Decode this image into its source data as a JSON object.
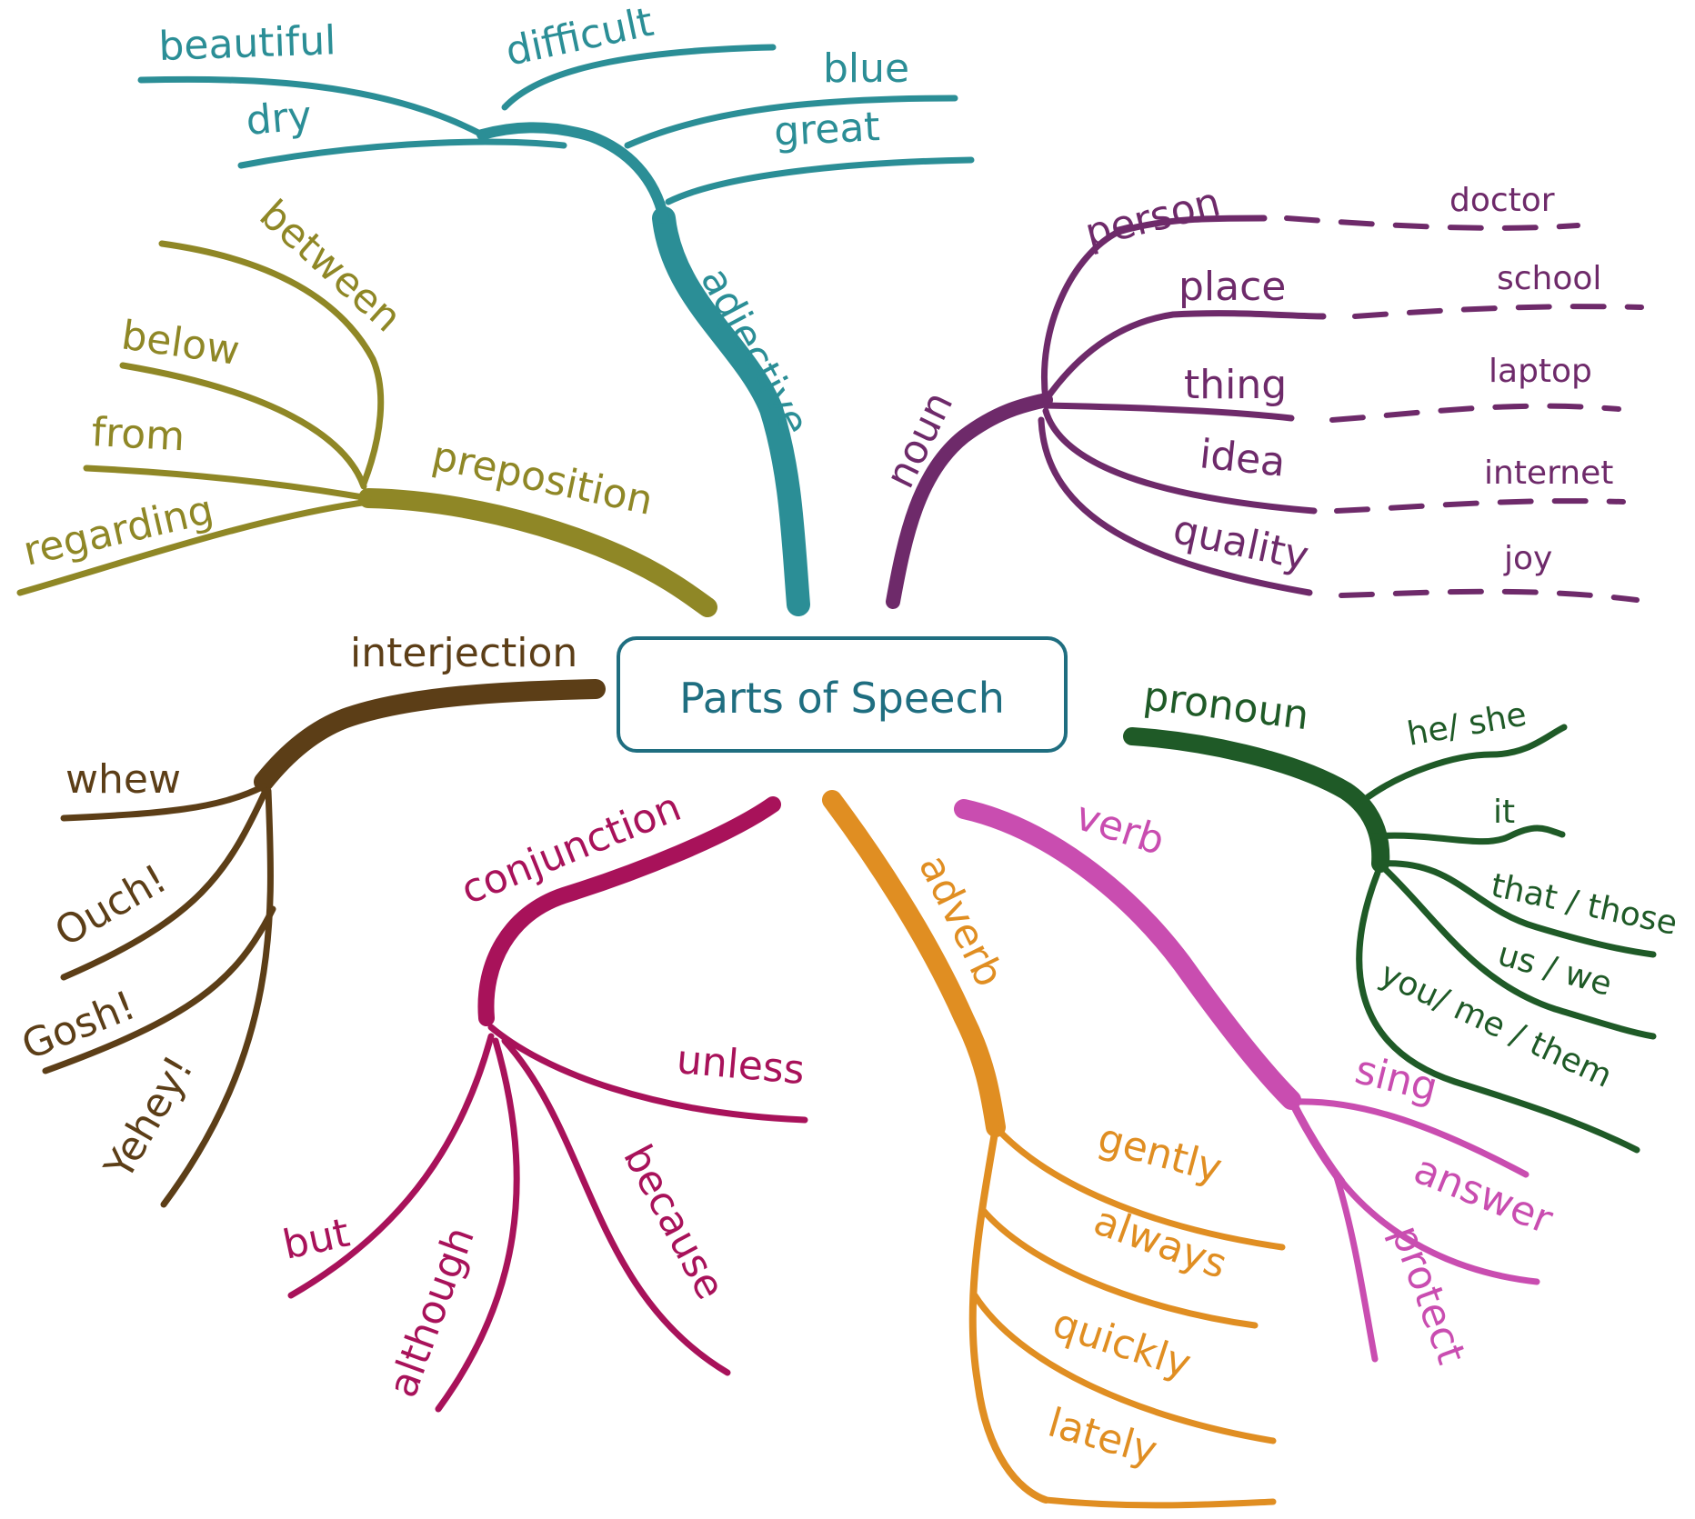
{
  "center": {
    "title": "Parts of Speech"
  },
  "colors": {
    "adjective": "#2b8e96",
    "noun": "#6e2a6a",
    "preposition": "#8f8726",
    "interjection": "#5c3e17",
    "conjunction": "#a8125a",
    "adverb": "#e08e22",
    "verb": "#c94db0",
    "pronoun": "#1f5a27",
    "center": "#1f6e80"
  },
  "branches": {
    "adjective": {
      "label": "adjective",
      "items": [
        "beautiful",
        "difficult",
        "blue",
        "dry",
        "great"
      ]
    },
    "noun": {
      "label": "noun",
      "items": [
        "person",
        "place",
        "thing",
        "idea",
        "quality"
      ],
      "examples": [
        "doctor",
        "school",
        "laptop",
        "internet",
        "joy"
      ]
    },
    "preposition": {
      "label": "preposition",
      "items": [
        "between",
        "below",
        "from",
        "regarding"
      ]
    },
    "interjection": {
      "label": "interjection",
      "items": [
        "whew",
        "Ouch!",
        "Gosh!",
        "Yehey!"
      ]
    },
    "conjunction": {
      "label": "conjunction",
      "items": [
        "unless",
        "but",
        "although",
        "because"
      ]
    },
    "adverb": {
      "label": "adverb",
      "items": [
        "gently",
        "always",
        "quickly",
        "lately"
      ]
    },
    "verb": {
      "label": "verb",
      "items": [
        "sing",
        "answer",
        "protect"
      ]
    },
    "pronoun": {
      "label": "pronoun",
      "items": [
        "he/ she",
        "it",
        "that / those",
        "us / we",
        "you/ me / them"
      ]
    }
  }
}
